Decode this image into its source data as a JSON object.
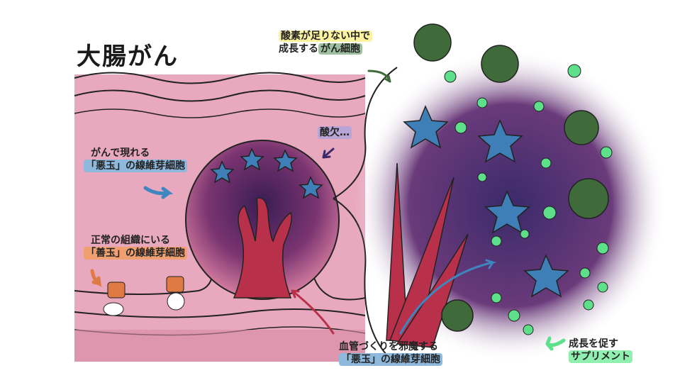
{
  "title": "大腸がん",
  "labels": {
    "hypoxic_cancer": {
      "line1": "酸素が足りない中で",
      "line2_plain": "成長する",
      "line2_hl": "がん細胞"
    },
    "oxygen_lack": "酸欠…",
    "bad_fibroblast": {
      "line1": "がんで現れる",
      "line2": "「悪玉」の線維芽細胞"
    },
    "good_fibroblast": {
      "line1": "正常の組織にいる",
      "line2": "「善玉」の線維芽細胞"
    },
    "vessel_blocking": {
      "line1": "血管づくりを邪魔する",
      "line2": "「悪玉」の線維芽細胞"
    },
    "supplement": {
      "line1": "成長を促す",
      "line2": "サプリメント"
    }
  },
  "colors": {
    "tissue": "#e8a8bd",
    "tissue_dark": "#d68aa4",
    "tumor": "#5a2a5e",
    "vessel": "#b8304a",
    "cancer_star": "#3e7fb8",
    "green_cell": "#3f6b3a",
    "supplement": "#5ee08a",
    "good_fibro": "#e07a45"
  }
}
